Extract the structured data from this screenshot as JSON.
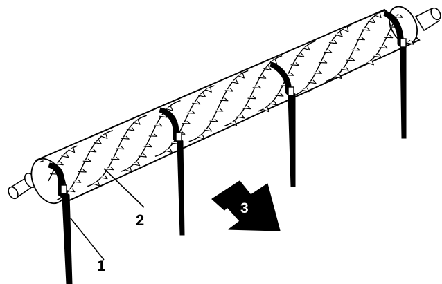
{
  "callouts": {
    "one": "1",
    "two": "2",
    "three": "3"
  },
  "colors": {
    "line": "#000000",
    "fill": "#ffffff",
    "arrow": "#000000"
  }
}
